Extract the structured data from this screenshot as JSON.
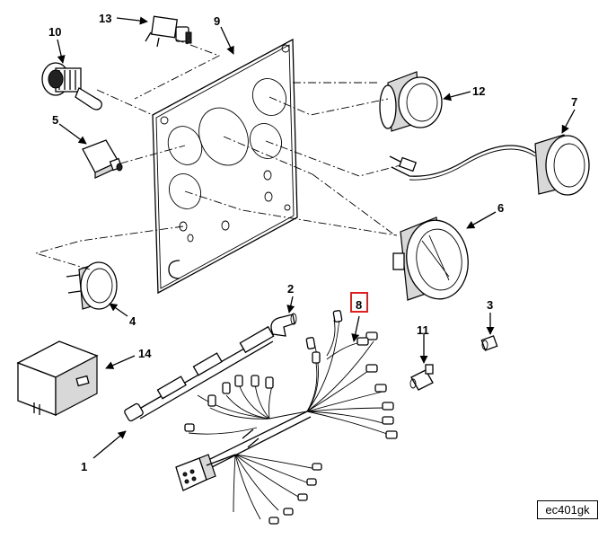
{
  "diagram": {
    "callouts": [
      {
        "id": "c13",
        "label": "13"
      },
      {
        "id": "c10",
        "label": "10"
      },
      {
        "id": "c9",
        "label": "9"
      },
      {
        "id": "c5",
        "label": "5"
      },
      {
        "id": "c12",
        "label": "12"
      },
      {
        "id": "c7",
        "label": "7"
      },
      {
        "id": "c6",
        "label": "6"
      },
      {
        "id": "c4",
        "label": "4"
      },
      {
        "id": "c2",
        "label": "2"
      },
      {
        "id": "c8",
        "label": "8"
      },
      {
        "id": "c3",
        "label": "3"
      },
      {
        "id": "c11",
        "label": "11"
      },
      {
        "id": "c14",
        "label": "14"
      },
      {
        "id": "c1",
        "label": "1"
      }
    ],
    "highlighted_callout": "8",
    "highlight_color": "#e02020",
    "figure_id": "ec401gk"
  }
}
